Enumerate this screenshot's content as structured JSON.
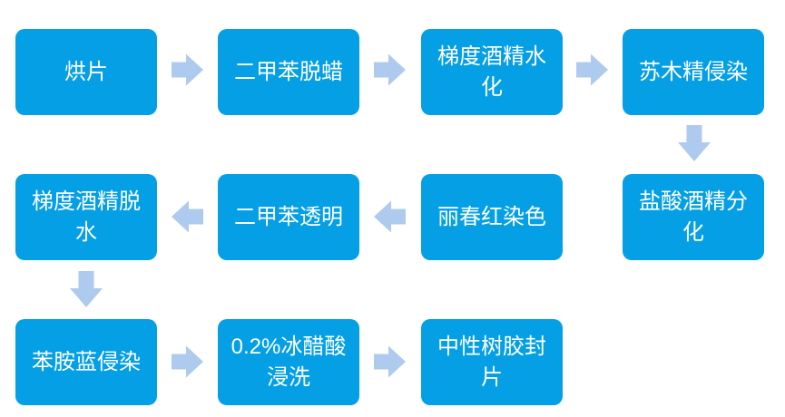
{
  "flowchart": {
    "description": "staining-protocol-flowchart",
    "colors": {
      "box_fill": "#049fe4",
      "box_text": "#ffffff",
      "arrow_fill": "#aecbef",
      "background": "#ffffff"
    },
    "steps": [
      {
        "label": "烘片"
      },
      {
        "label": "二甲苯脱蜡"
      },
      {
        "label": "梯度酒精水\n化"
      },
      {
        "label": "苏木精侵染"
      },
      {
        "label": "盐酸酒精分\n化"
      },
      {
        "label": "丽春红染色"
      },
      {
        "label": "二甲苯透明"
      },
      {
        "label": "梯度酒精脱\n水"
      },
      {
        "label": "苯胺蓝侵染"
      },
      {
        "label": "0.2%冰醋酸\n浸洗"
      },
      {
        "label": "中性树胶封\n片"
      }
    ],
    "arrows": [
      {
        "from": "烘片",
        "to": "二甲苯脱蜡",
        "direction": "right"
      },
      {
        "from": "二甲苯脱蜡",
        "to": "梯度酒精水化",
        "direction": "right"
      },
      {
        "from": "梯度酒精水化",
        "to": "苏木精侵染",
        "direction": "right"
      },
      {
        "from": "苏木精侵染",
        "to": "盐酸酒精分化",
        "direction": "down"
      },
      {
        "from": "丽春红染色",
        "to": "二甲苯透明",
        "direction": "left"
      },
      {
        "from": "二甲苯透明",
        "to": "梯度酒精脱水",
        "direction": "left"
      },
      {
        "from": "梯度酒精脱水",
        "to": "苯胺蓝侵染",
        "direction": "down"
      },
      {
        "from": "苯胺蓝侵染",
        "to": "0.2%冰醋酸浸洗",
        "direction": "right"
      },
      {
        "from": "0.2%冰醋酸浸洗",
        "to": "中性树胶封片",
        "direction": "right"
      }
    ]
  }
}
